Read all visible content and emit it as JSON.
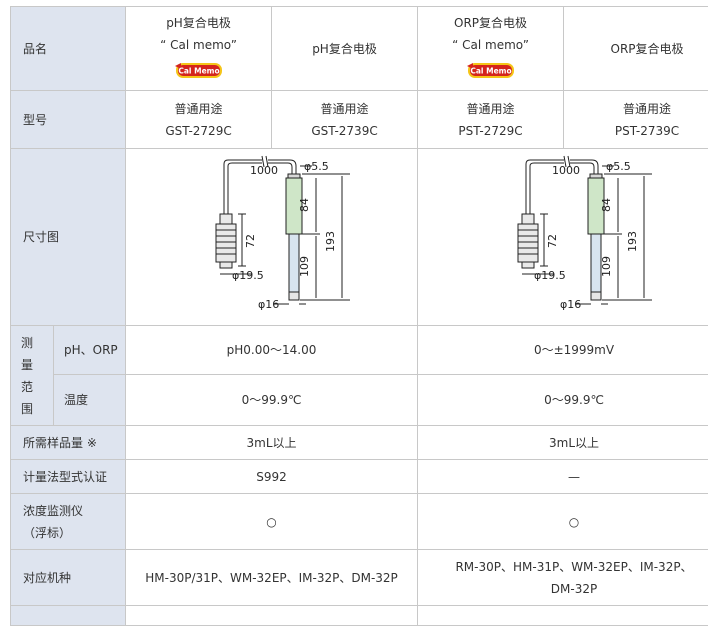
{
  "rows": {
    "name_label": "品名",
    "model_label": "型号",
    "dimension_label": "尺寸图",
    "range_label_chars": [
      "测",
      "量",
      "范",
      "围"
    ],
    "range_ph_label": "pH、ORP",
    "range_temp_label": "温度",
    "sample_label": "所需样品量 ※",
    "cert_label": "计量法型式认证",
    "monitor_label_1": "浓度监测仪",
    "monitor_label_2": "（浮标）",
    "models_label": "对应机种"
  },
  "products": [
    {
      "name": "pH复合电极",
      "memo": "“ Cal memo”",
      "badge_text": "Cal Memo",
      "use": "普通用途",
      "model": "GST-2729C"
    },
    {
      "name": "pH复合电极",
      "use": "普通用途",
      "model": "GST-2739C"
    },
    {
      "name": "ORP复合电极",
      "memo": "“ Cal memo”",
      "badge_text": "Cal Memo",
      "use": "普通用途",
      "model": "PST-2729C"
    },
    {
      "name": "ORP复合电极",
      "use": "普通用途",
      "model": "PST-2739C"
    }
  ],
  "diagram": {
    "cable_len": "1000",
    "tip_dia": "φ5.5",
    "upper_len": "84",
    "total_len": "193",
    "lower_len": "109",
    "connector_len": "72",
    "connector_dia": "φ19.5",
    "body_dia": "φ16"
  },
  "specs": {
    "ph": {
      "range": "pH0.00～14.00",
      "temp": "0～99.9℃",
      "sample": "3mL以上",
      "cert": "S992",
      "monitor": "○",
      "models": "HM-30P/31P、WM-32EP、IM-32P、DM-32P"
    },
    "orp": {
      "range": "0～±1999mV",
      "temp": "0～99.9℃",
      "sample": "3mL以上",
      "cert": "—",
      "monitor": "○",
      "models_1": "RM-30P、HM-31P、WM-32EP、IM-32P、",
      "models_2": "DM-32P"
    }
  },
  "colors": {
    "header_bg": "#dee4ef",
    "border": "#c8c8c8",
    "badge_red": "#d4241c",
    "badge_yellow": "#f5c518"
  }
}
